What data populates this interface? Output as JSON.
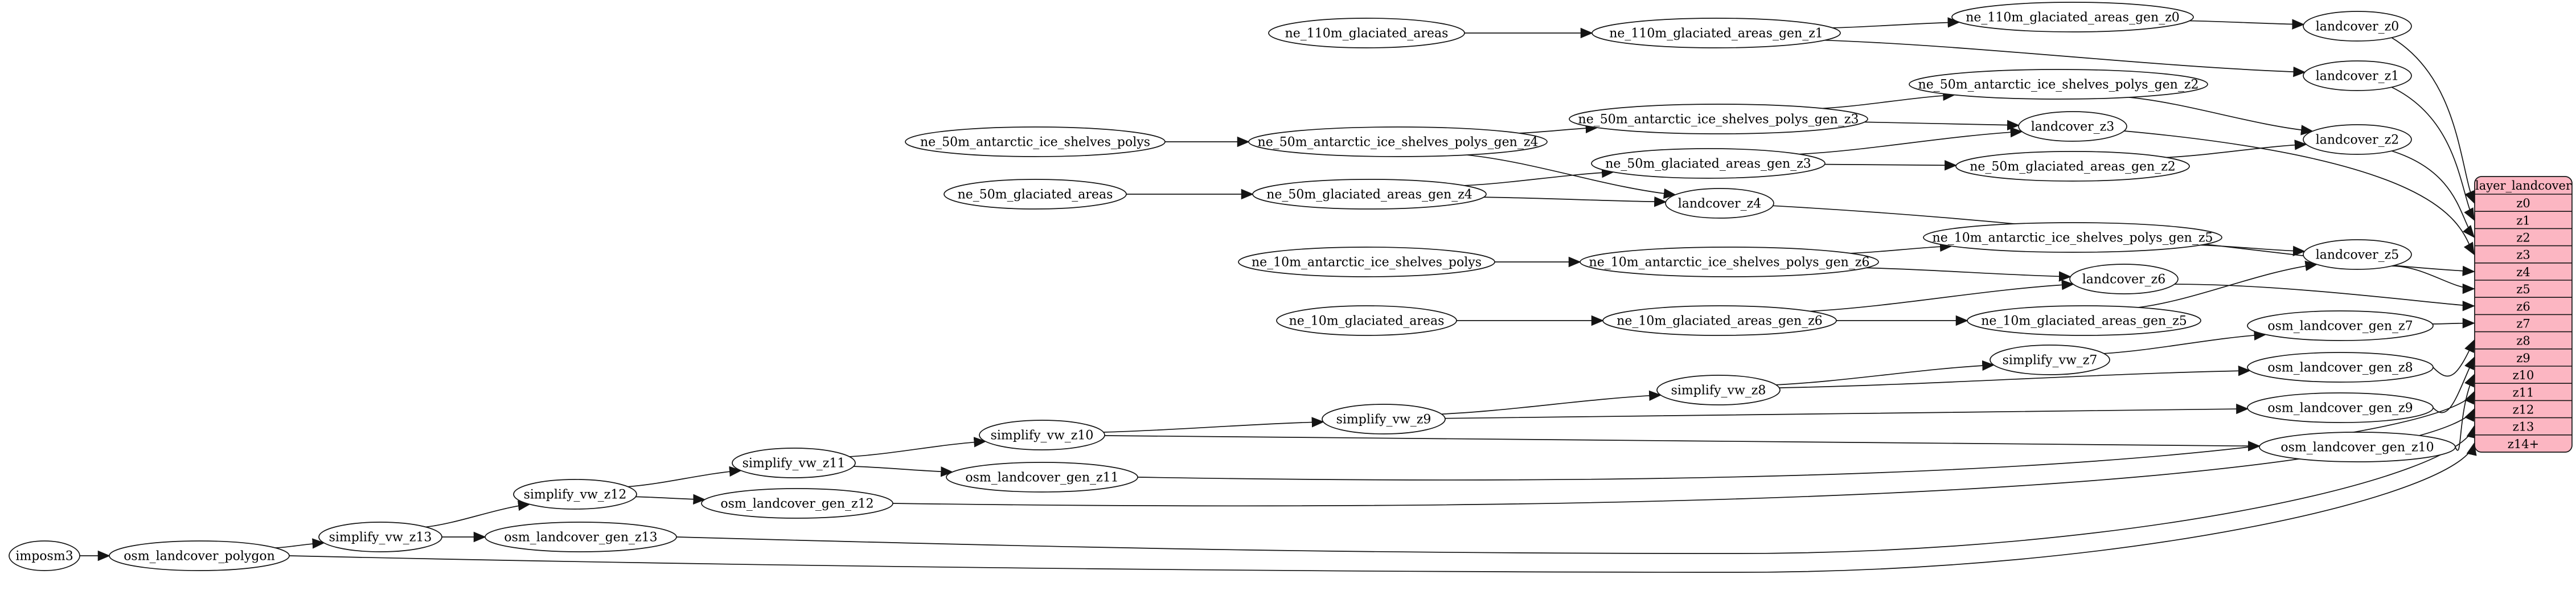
{
  "diagram": {
    "kind": "dependency-graph",
    "background": "#ffffff"
  },
  "nodes": {
    "imposm3": "imposm3",
    "osm_landcover_polygon": "osm_landcover_polygon",
    "simplify_vw_z13": "simplify_vw_z13",
    "simplify_vw_z12": "simplify_vw_z12",
    "simplify_vw_z11": "simplify_vw_z11",
    "simplify_vw_z10": "simplify_vw_z10",
    "simplify_vw_z9": "simplify_vw_z9",
    "simplify_vw_z8": "simplify_vw_z8",
    "simplify_vw_z7": "simplify_vw_z7",
    "osm_landcover_gen_z13": "osm_landcover_gen_z13",
    "osm_landcover_gen_z12": "osm_landcover_gen_z12",
    "osm_landcover_gen_z11": "osm_landcover_gen_z11",
    "osm_landcover_gen_z10": "osm_landcover_gen_z10",
    "osm_landcover_gen_z9": "osm_landcover_gen_z9",
    "osm_landcover_gen_z8": "osm_landcover_gen_z8",
    "osm_landcover_gen_z7": "osm_landcover_gen_z7",
    "ne_110m_glaciated_areas": "ne_110m_glaciated_areas",
    "ne_110m_glaciated_areas_gen_z1": "ne_110m_glaciated_areas_gen_z1",
    "ne_110m_glaciated_areas_gen_z0": "ne_110m_glaciated_areas_gen_z0",
    "ne_50m_antarctic_ice_shelves_polys": "ne_50m_antarctic_ice_shelves_polys",
    "ne_50m_antarctic_ice_shelves_polys_gen_z4": "ne_50m_antarctic_ice_shelves_polys_gen_z4",
    "ne_50m_antarctic_ice_shelves_polys_gen_z3": "ne_50m_antarctic_ice_shelves_polys_gen_z3",
    "ne_50m_antarctic_ice_shelves_polys_gen_z2": "ne_50m_antarctic_ice_shelves_polys_gen_z2",
    "ne_50m_glaciated_areas": "ne_50m_glaciated_areas",
    "ne_50m_glaciated_areas_gen_z4": "ne_50m_glaciated_areas_gen_z4",
    "ne_50m_glaciated_areas_gen_z3": "ne_50m_glaciated_areas_gen_z3",
    "ne_50m_glaciated_areas_gen_z2": "ne_50m_glaciated_areas_gen_z2",
    "ne_10m_antarctic_ice_shelves_polys": "ne_10m_antarctic_ice_shelves_polys",
    "ne_10m_antarctic_ice_shelves_polys_gen_z6": "ne_10m_antarctic_ice_shelves_polys_gen_z6",
    "ne_10m_antarctic_ice_shelves_polys_gen_z5": "ne_10m_antarctic_ice_shelves_polys_gen_z5",
    "ne_10m_glaciated_areas": "ne_10m_glaciated_areas",
    "ne_10m_glaciated_areas_gen_z6": "ne_10m_glaciated_areas_gen_z6",
    "ne_10m_glaciated_areas_gen_z5": "ne_10m_glaciated_areas_gen_z5",
    "landcover_z0": "landcover_z0",
    "landcover_z1": "landcover_z1",
    "landcover_z2": "landcover_z2",
    "landcover_z3": "landcover_z3",
    "landcover_z4": "landcover_z4",
    "landcover_z5": "landcover_z5",
    "landcover_z6": "landcover_z6"
  },
  "table": {
    "title": "layer_landcover",
    "rows": [
      "z0",
      "z1",
      "z2",
      "z3",
      "z4",
      "z5",
      "z6",
      "z7",
      "z8",
      "z9",
      "z10",
      "z11",
      "z12",
      "z13",
      "z14+"
    ]
  },
  "edges": [
    [
      "imposm3",
      "osm_landcover_polygon"
    ],
    [
      "osm_landcover_polygon",
      "simplify_vw_z13"
    ],
    [
      "osm_landcover_polygon",
      "row:z14+"
    ],
    [
      "simplify_vw_z13",
      "simplify_vw_z12"
    ],
    [
      "simplify_vw_z13",
      "osm_landcover_gen_z13"
    ],
    [
      "osm_landcover_gen_z13",
      "row:z13"
    ],
    [
      "simplify_vw_z12",
      "simplify_vw_z11"
    ],
    [
      "simplify_vw_z12",
      "osm_landcover_gen_z12"
    ],
    [
      "osm_landcover_gen_z12",
      "row:z12"
    ],
    [
      "simplify_vw_z11",
      "simplify_vw_z10"
    ],
    [
      "simplify_vw_z11",
      "osm_landcover_gen_z11"
    ],
    [
      "osm_landcover_gen_z11",
      "row:z11"
    ],
    [
      "simplify_vw_z10",
      "simplify_vw_z9"
    ],
    [
      "simplify_vw_z10",
      "osm_landcover_gen_z10"
    ],
    [
      "osm_landcover_gen_z10",
      "row:z10"
    ],
    [
      "simplify_vw_z9",
      "simplify_vw_z8"
    ],
    [
      "simplify_vw_z9",
      "osm_landcover_gen_z9"
    ],
    [
      "osm_landcover_gen_z9",
      "row:z9"
    ],
    [
      "simplify_vw_z8",
      "simplify_vw_z7"
    ],
    [
      "simplify_vw_z8",
      "osm_landcover_gen_z8"
    ],
    [
      "osm_landcover_gen_z8",
      "row:z8"
    ],
    [
      "simplify_vw_z7",
      "osm_landcover_gen_z7"
    ],
    [
      "osm_landcover_gen_z7",
      "row:z7"
    ],
    [
      "ne_110m_glaciated_areas",
      "ne_110m_glaciated_areas_gen_z1"
    ],
    [
      "ne_110m_glaciated_areas_gen_z1",
      "ne_110m_glaciated_areas_gen_z0"
    ],
    [
      "ne_110m_glaciated_areas_gen_z1",
      "landcover_z1"
    ],
    [
      "ne_110m_glaciated_areas_gen_z0",
      "landcover_z0"
    ],
    [
      "landcover_z0",
      "row:z0"
    ],
    [
      "landcover_z1",
      "row:z1"
    ],
    [
      "landcover_z2",
      "row:z2"
    ],
    [
      "landcover_z3",
      "row:z3"
    ],
    [
      "landcover_z4",
      "row:z4"
    ],
    [
      "landcover_z5",
      "row:z5"
    ],
    [
      "landcover_z6",
      "row:z6"
    ],
    [
      "ne_50m_antarctic_ice_shelves_polys",
      "ne_50m_antarctic_ice_shelves_polys_gen_z4"
    ],
    [
      "ne_50m_antarctic_ice_shelves_polys_gen_z4",
      "ne_50m_antarctic_ice_shelves_polys_gen_z3"
    ],
    [
      "ne_50m_antarctic_ice_shelves_polys_gen_z4",
      "landcover_z4"
    ],
    [
      "ne_50m_antarctic_ice_shelves_polys_gen_z3",
      "ne_50m_antarctic_ice_shelves_polys_gen_z2"
    ],
    [
      "ne_50m_antarctic_ice_shelves_polys_gen_z3",
      "landcover_z3"
    ],
    [
      "ne_50m_antarctic_ice_shelves_polys_gen_z2",
      "landcover_z2"
    ],
    [
      "ne_50m_glaciated_areas",
      "ne_50m_glaciated_areas_gen_z4"
    ],
    [
      "ne_50m_glaciated_areas_gen_z4",
      "ne_50m_glaciated_areas_gen_z3"
    ],
    [
      "ne_50m_glaciated_areas_gen_z4",
      "landcover_z4"
    ],
    [
      "ne_50m_glaciated_areas_gen_z3",
      "ne_50m_glaciated_areas_gen_z2"
    ],
    [
      "ne_50m_glaciated_areas_gen_z3",
      "landcover_z3"
    ],
    [
      "ne_50m_glaciated_areas_gen_z2",
      "landcover_z2"
    ],
    [
      "ne_10m_antarctic_ice_shelves_polys",
      "ne_10m_antarctic_ice_shelves_polys_gen_z6"
    ],
    [
      "ne_10m_antarctic_ice_shelves_polys_gen_z6",
      "ne_10m_antarctic_ice_shelves_polys_gen_z5"
    ],
    [
      "ne_10m_antarctic_ice_shelves_polys_gen_z6",
      "landcover_z6"
    ],
    [
      "ne_10m_antarctic_ice_shelves_polys_gen_z5",
      "landcover_z5"
    ],
    [
      "ne_10m_glaciated_areas",
      "ne_10m_glaciated_areas_gen_z6"
    ],
    [
      "ne_10m_glaciated_areas_gen_z6",
      "ne_10m_glaciated_areas_gen_z5"
    ],
    [
      "ne_10m_glaciated_areas_gen_z6",
      "landcover_z6"
    ],
    [
      "ne_10m_glaciated_areas_gen_z5",
      "landcover_z5"
    ]
  ],
  "colors": {
    "background": "#ffffff",
    "node_fill": "#ffffff",
    "node_stroke": "#141414",
    "edge": "#141414",
    "table_fill": "#fcb6c2",
    "table_stroke": "#141414",
    "text": "#000000"
  }
}
